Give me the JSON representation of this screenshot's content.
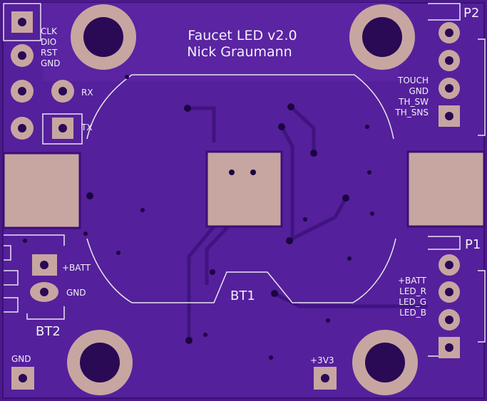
{
  "board": {
    "title_line1": "Faucet LED v2.0",
    "title_line2": "Nick Graumann"
  },
  "labels": {
    "clk": "CLK",
    "dio": "DIO",
    "rst": "RST",
    "gnd_top_left": "GND",
    "rx": "RX",
    "tx": "TX",
    "p2": "P2",
    "touch": "TOUCH",
    "gnd_p2": "GND",
    "th_sw": "TH_SW",
    "th_sns": "TH_SNS",
    "p1": "P1",
    "batt_p1": "+BATT",
    "led_r": "LED_R",
    "led_g": "LED_G",
    "led_b": "LED_B",
    "batt_bt2": "+BATT",
    "gnd_bt2": "GND",
    "bt2": "BT2",
    "bt1": "BT1",
    "gnd_bottom": "GND",
    "v3v3": "+3V3"
  },
  "colors": {
    "board": "#4a1a8a",
    "copper_fill": "#5b25a3",
    "pad": "#c7a6a1",
    "silk": "#f2f0f8",
    "hole": "#2a0a55"
  }
}
